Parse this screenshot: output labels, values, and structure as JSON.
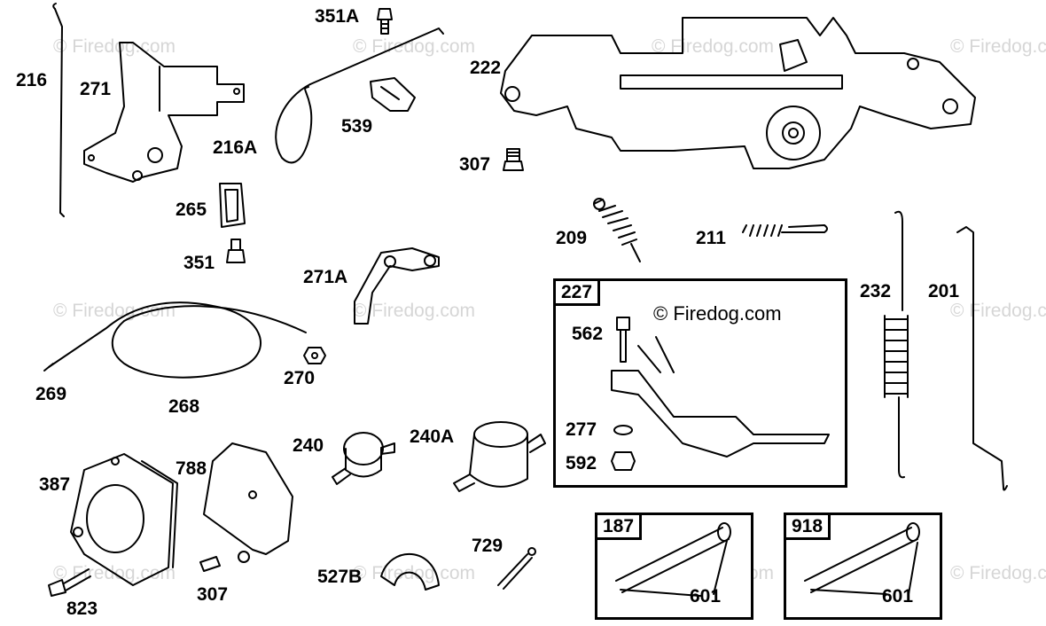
{
  "watermark_text": "© Firedog.com",
  "copyright_text": "© Firedog.com",
  "boxes": {
    "b227": "227",
    "b187": "187",
    "b918": "918"
  },
  "labels": {
    "p216": "216",
    "p271": "271",
    "p351A": "351A",
    "p216A": "216A",
    "p539": "539",
    "p222": "222",
    "p307a": "307",
    "p265": "265",
    "p351": "351",
    "p271A": "271A",
    "p209": "209",
    "p211": "211",
    "p232": "232",
    "p201": "201",
    "p269": "269",
    "p268": "268",
    "p270": "270",
    "p562": "562",
    "p277": "277",
    "p592": "592",
    "p240": "240",
    "p240A": "240A",
    "p387": "387",
    "p788": "788",
    "p307b": "307",
    "p823": "823",
    "p527B": "527B",
    "p729": "729",
    "p601a": "601",
    "p601b": "601"
  }
}
